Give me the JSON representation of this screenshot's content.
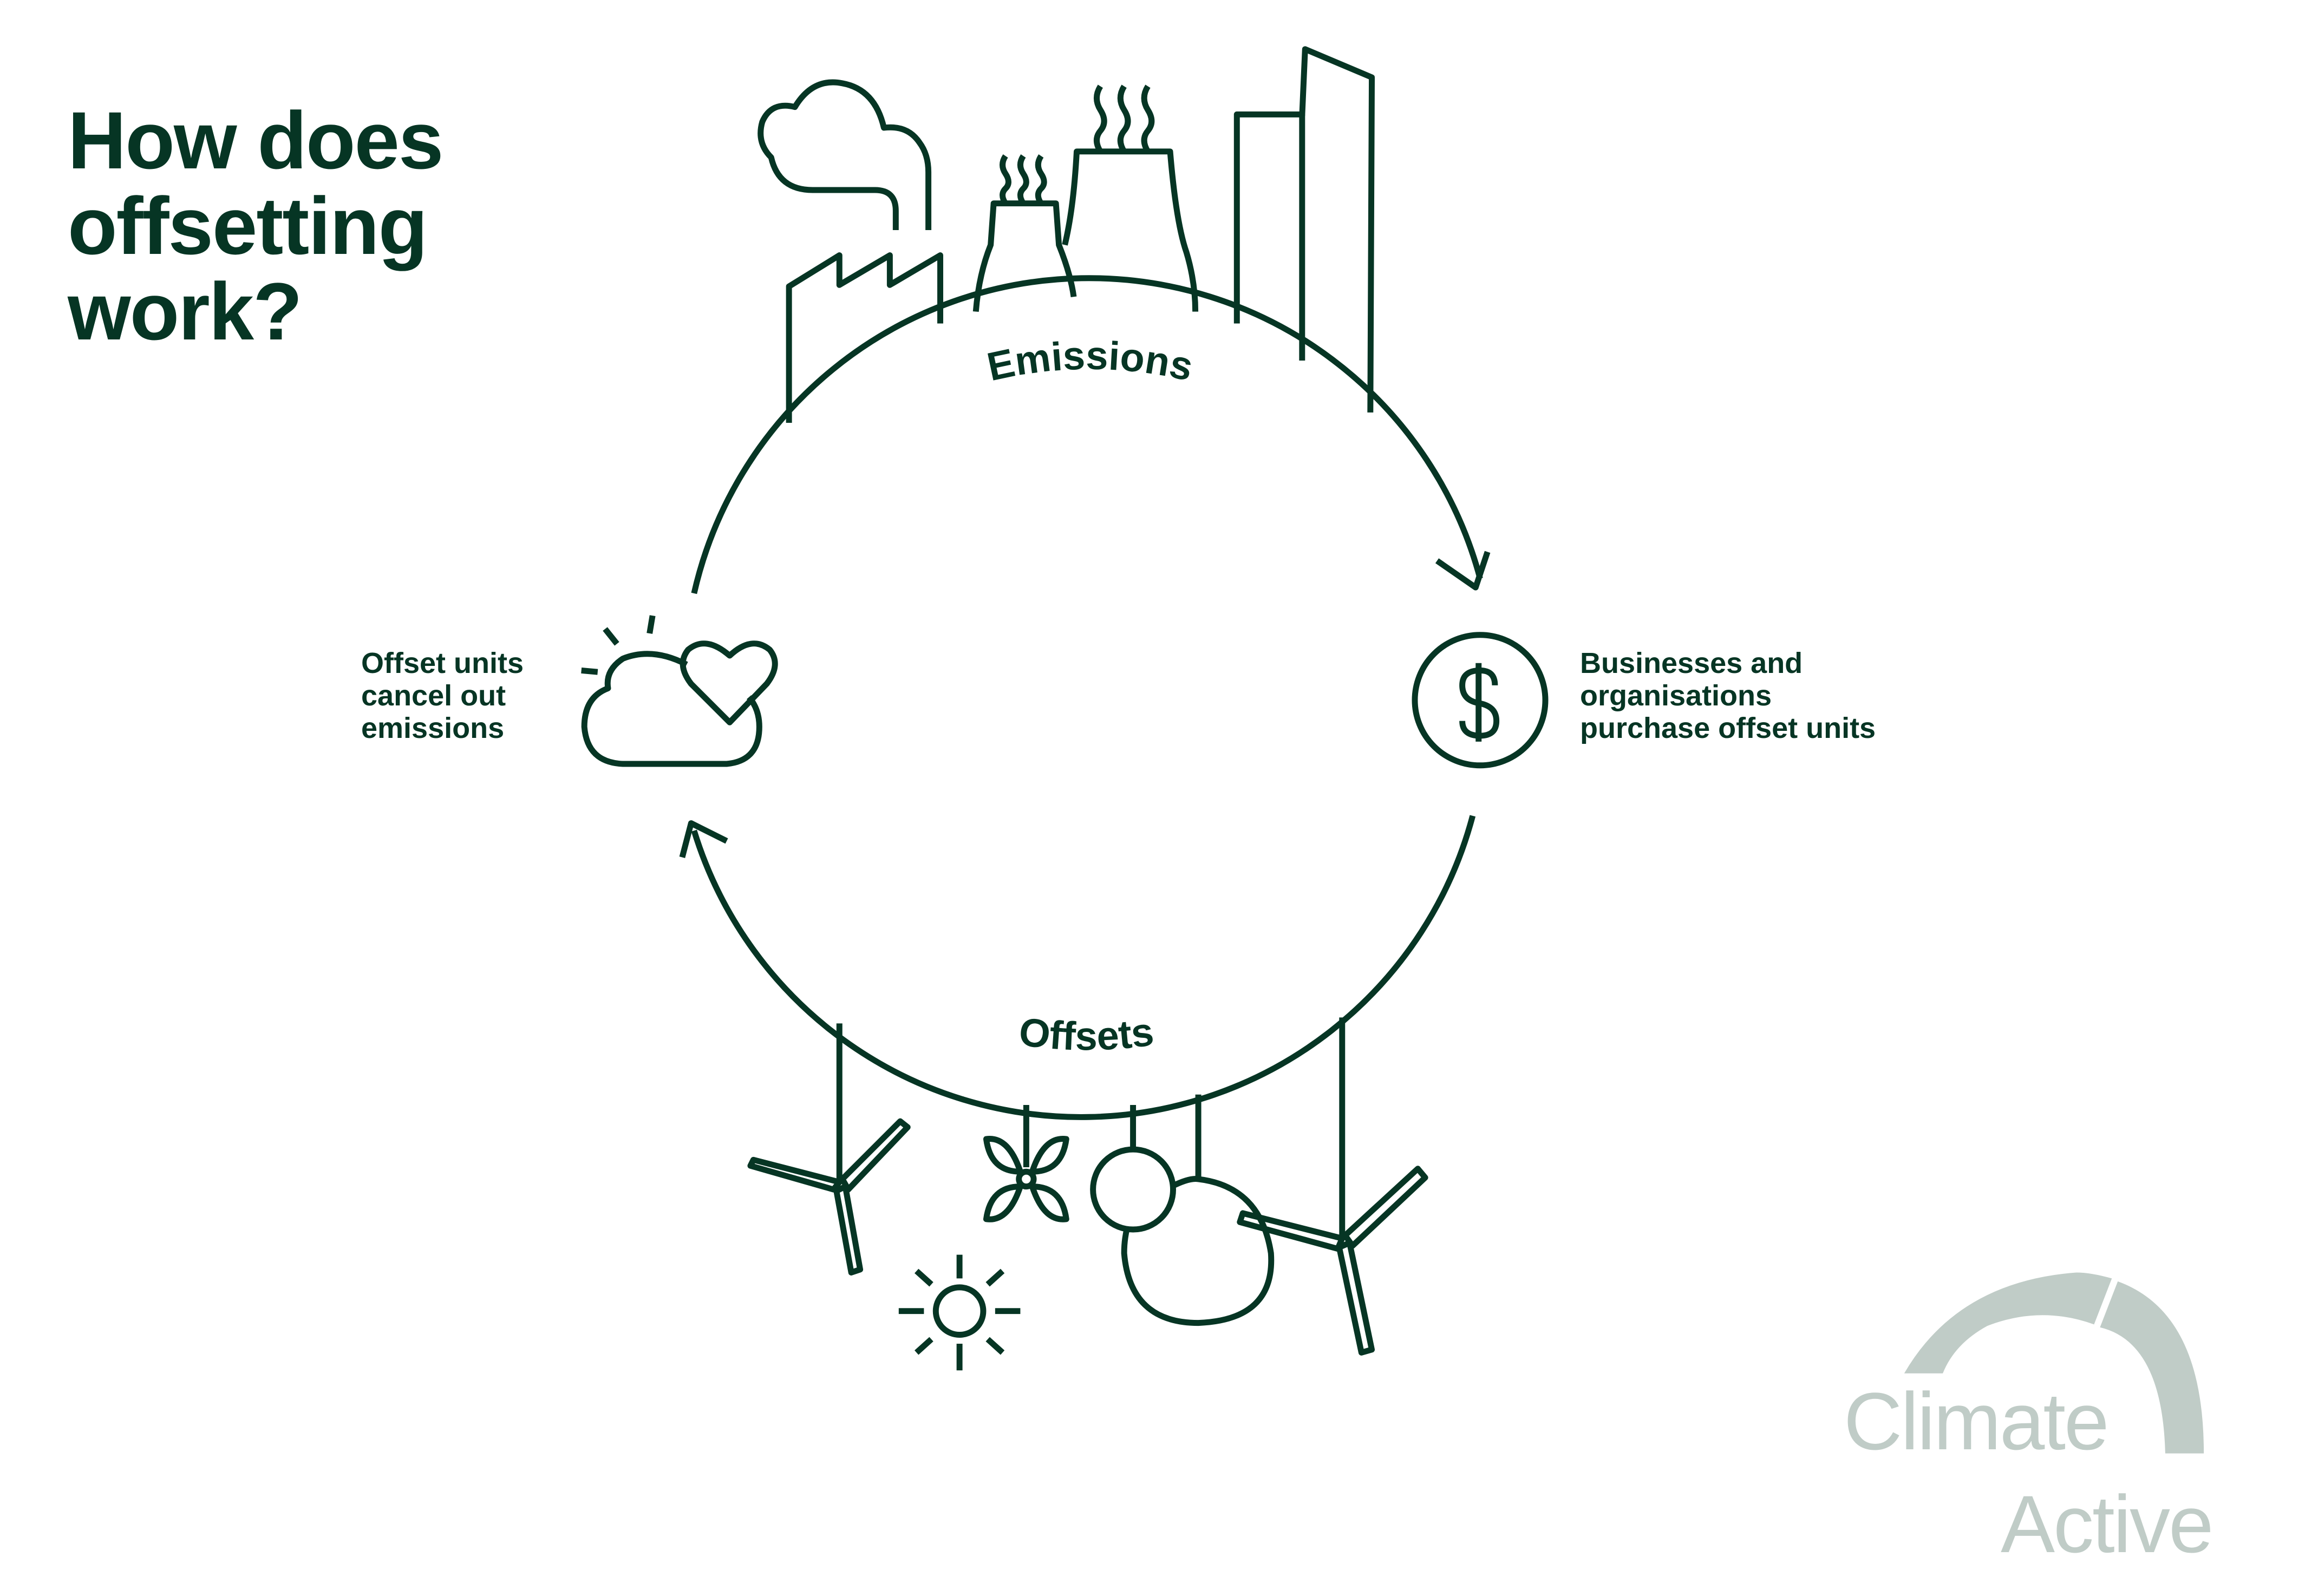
{
  "title": {
    "lines": [
      "How does",
      "offsetting",
      "work?"
    ]
  },
  "cycle": {
    "top_label": "Emissions",
    "bottom_label": "Offsets",
    "left_step": {
      "icon": "cloud-heart-icon",
      "lines": [
        "Offset units",
        "cancel out",
        "emissions"
      ]
    },
    "right_step": {
      "icon": "dollar-coin-icon",
      "lines": [
        "Businesses and",
        "organisations",
        "purchase offset units"
      ]
    },
    "top_illustrations": [
      "factory-icon",
      "smoke-cloud-icon",
      "cooling-tower-icon",
      "skyscraper-icon"
    ],
    "bottom_illustrations": [
      "wind-turbine-icon",
      "flower-icon",
      "sun-icon",
      "tree-icon",
      "wind-turbine-icon"
    ]
  },
  "logo": {
    "line1": "Climate",
    "line2": "Active"
  },
  "colors": {
    "primary": "#063524",
    "logo": "#c0ccc7",
    "background": "#ffffff"
  }
}
